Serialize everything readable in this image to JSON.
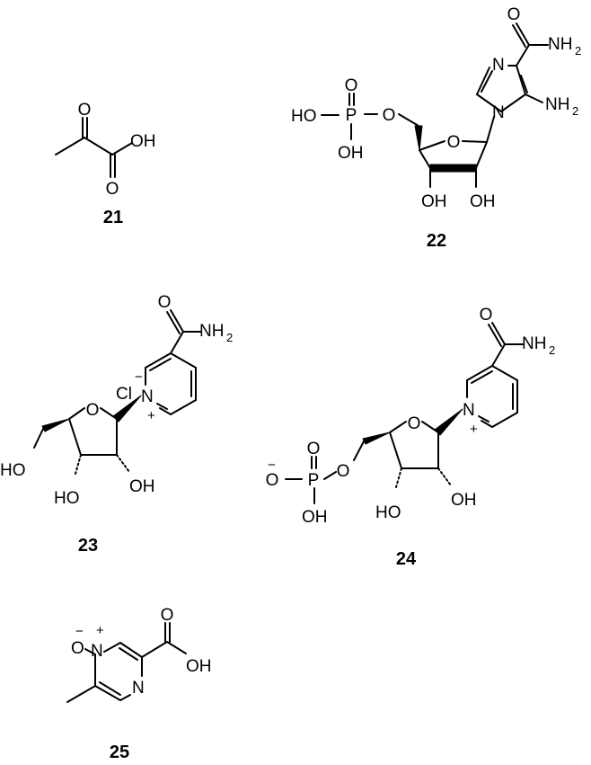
{
  "compounds": [
    {
      "number": "21"
    },
    {
      "number": "22"
    },
    {
      "number": "23"
    },
    {
      "number": "24"
    },
    {
      "number": "25"
    }
  ],
  "atom_labels": {
    "o": "O",
    "oh": "OH",
    "ho": "HO",
    "n": "N",
    "p": "P",
    "nh": "NH",
    "sub2": "2",
    "cl": "Cl",
    "plus": "+",
    "minus": "−"
  }
}
